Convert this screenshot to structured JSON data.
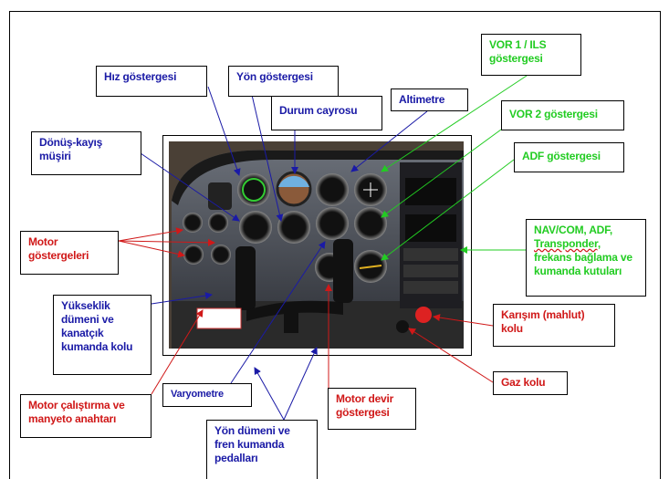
{
  "labels": {
    "airspeed": "Hız göstergesi",
    "heading": "Yön göstergesi",
    "attitude": "Durum cayrosu",
    "altimeter": "Altimetre",
    "vor1": "VOR 1 / ILS göstergesi",
    "vor2": "VOR 2 göstergesi",
    "adf": "ADF göstergesi",
    "turn": "Dönüş-kayış müşiri",
    "engine": "Motor göstergeleri",
    "navcom_a": "NAV/COM, ADF,",
    "navcom_b": "Transponder,",
    "navcom_c": "frekans bağlama ve kumanda kutuları",
    "yoke": "Yükseklik dümeni ve kanatçık kumanda kolu",
    "mixture": "Karışım (mahlut) kolu",
    "throttle": "Gaz kolu",
    "ignition": "Motor çalıştırma ve manyeto anahtarı",
    "vsi": "Varyometre",
    "tach": "Motor devir göstergesi",
    "pedals": "Yön dümeni ve fren kumanda pedalları"
  },
  "colors": {
    "flight_instruments": "#1a1aa6",
    "engine_controls": "#d01818",
    "avionics": "#22cc22"
  }
}
